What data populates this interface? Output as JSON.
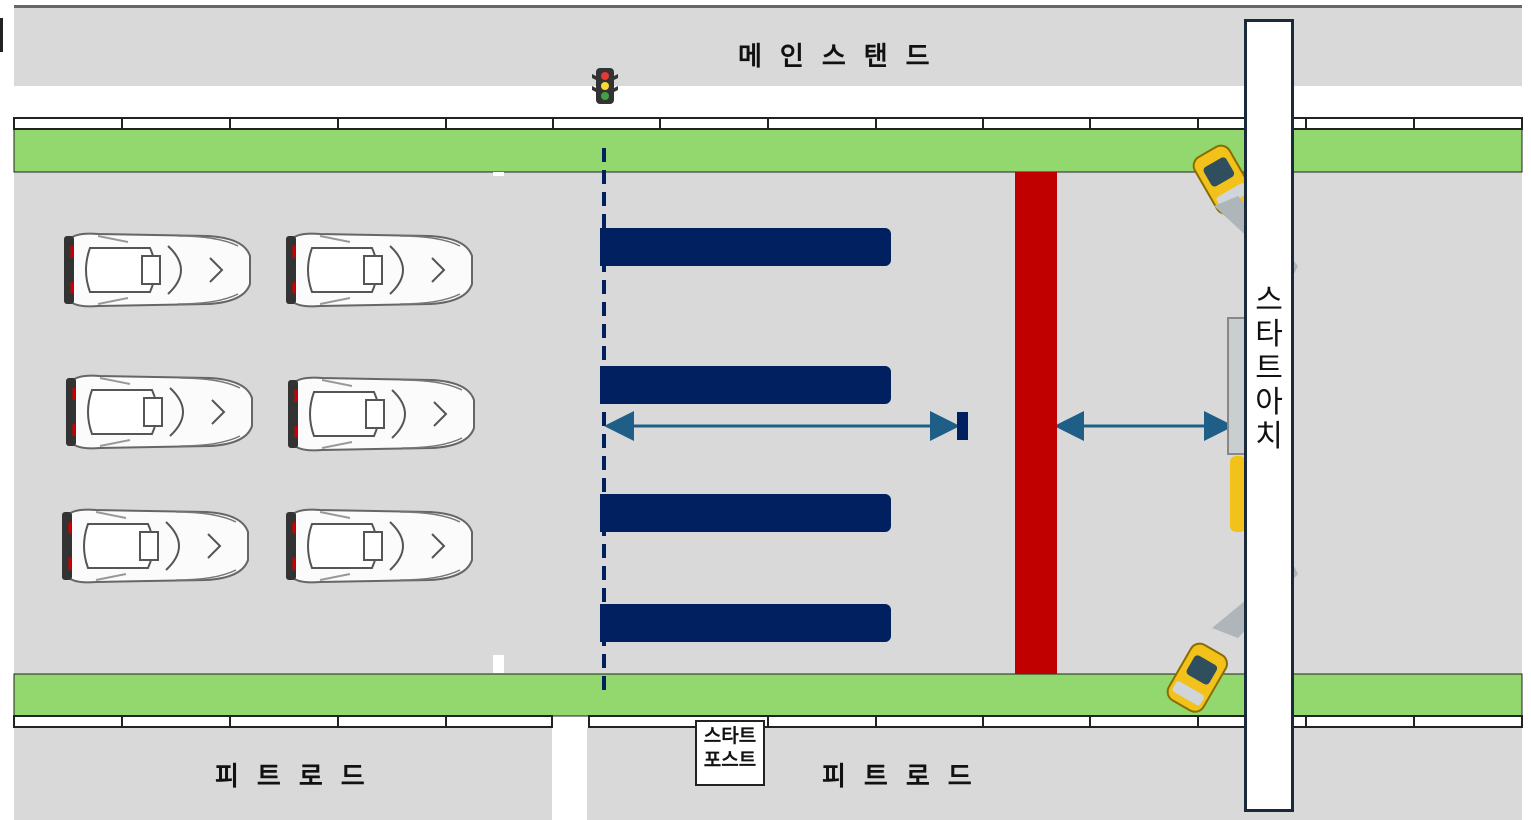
{
  "labels": {
    "main_stand": "메인스탠드",
    "pit_road_left": "피트로드",
    "pit_road_right": "피트로드",
    "start_post": [
      "스타트",
      "포스트"
    ],
    "start_arch": [
      "스",
      "타",
      "트",
      "아",
      "치"
    ]
  },
  "colors": {
    "grandstand_area": "#d9d9d9",
    "track": "#d9d9d9",
    "grass": "#92d86f",
    "grid_stripe": "#002060",
    "start_line": "#c00000",
    "arrow": "#1f5e86",
    "safety_car": "#f2c21b"
  },
  "icons": {
    "traffic_light": "traffic-light-icon",
    "race_car": "race-car-icon",
    "safety_car": "safety-car-icon"
  },
  "grid": {
    "rows": 3,
    "cars_per_row": 2,
    "grid_stripes": 4
  }
}
